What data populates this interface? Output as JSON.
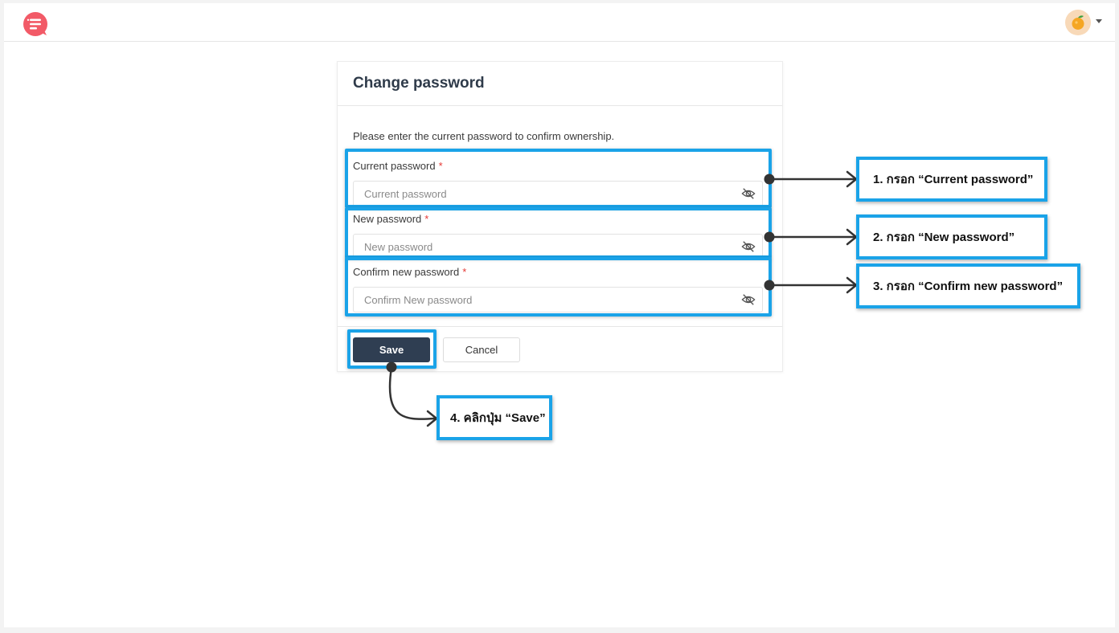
{
  "header": {
    "logo_icon": "chat-list-logo-icon",
    "avatar_icon": "orange-fruit-avatar-icon",
    "menu_icon": "caret-down-icon",
    "brand_color": "#f25a67"
  },
  "form": {
    "title": "Change password",
    "intro": "Please enter the current password to confirm ownership.",
    "required_mark": "*",
    "fields": [
      {
        "label": "Current password",
        "placeholder": "Current password",
        "value": "",
        "icon": "eye-slash-icon"
      },
      {
        "label": "New password",
        "placeholder": "New password",
        "value": "",
        "icon": "eye-slash-icon"
      },
      {
        "label": "Confirm new password",
        "placeholder": "Confirm New password",
        "value": "",
        "icon": "eye-slash-icon"
      }
    ],
    "save_label": "Save",
    "cancel_label": "Cancel",
    "save_color": "#2f3e52"
  },
  "annotations": {
    "highlight_color": "#1aa3e8",
    "steps": [
      "1. กรอก “Current password”",
      "2. กรอก “New password”",
      "3. กรอก “Confirm new password”",
      "4. คลิกปุ่ม “Save”"
    ]
  }
}
